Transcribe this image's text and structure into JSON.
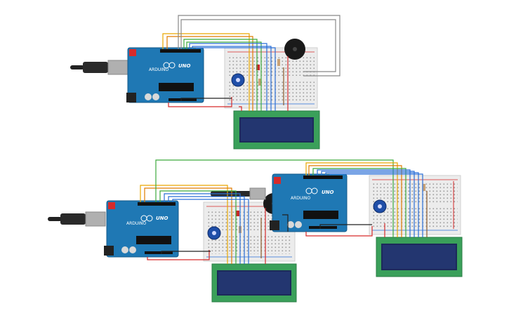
{
  "boards": [
    {
      "id": "arduino-1",
      "brand": "ARDUINO",
      "model": "UNO"
    },
    {
      "id": "arduino-2",
      "brand": "ARDUINO",
      "model": "UNO"
    },
    {
      "id": "arduino-3",
      "brand": "ARDUINO",
      "model": "UNO"
    }
  ],
  "colors": {
    "board": "#1f78b4",
    "board_dark": "#155a8a",
    "breadboard": "#ececec",
    "lcd_pcb": "#3aa05a",
    "lcd_screen": "#1c2a5a",
    "wire_yellow": "#e9a800",
    "wire_green": "#3caa3c",
    "wire_blue": "#2a6fd6",
    "wire_gray": "#888888",
    "wire_red": "#d62a2a",
    "wire_black": "#222222",
    "wire_orange": "#e07b00"
  }
}
